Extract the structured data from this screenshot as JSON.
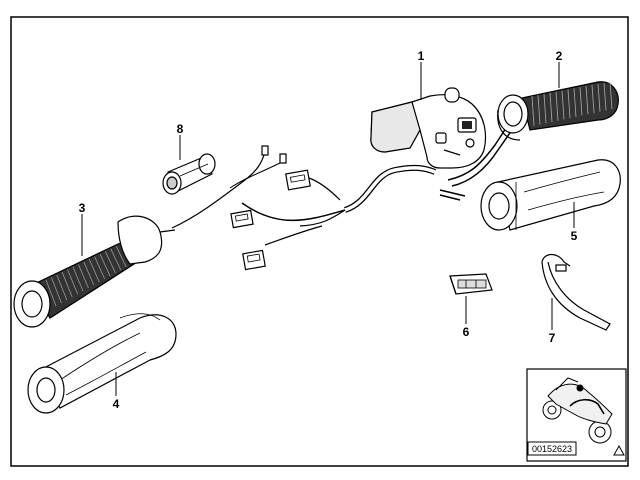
{
  "diagram": {
    "callouts": [
      {
        "label": "1"
      },
      {
        "label": "2"
      },
      {
        "label": "3"
      },
      {
        "label": "4"
      },
      {
        "label": "5"
      },
      {
        "label": "6"
      },
      {
        "label": "7"
      },
      {
        "label": "8"
      }
    ],
    "reference_number": "00152623",
    "inset_icon": "warning-triangle-icon"
  }
}
